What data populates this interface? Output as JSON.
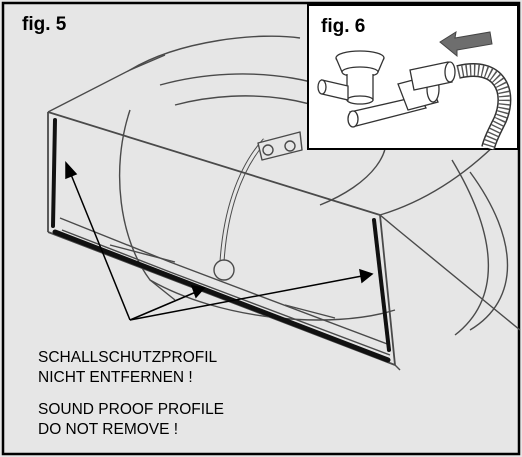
{
  "fig5": {
    "label": "fig. 5",
    "caption_de_line1": "SCHALLSCHUTZPROFIL",
    "caption_de_line2": "NICHT ENTFERNEN !",
    "caption_en_line1": "SOUND PROOF PROFILE",
    "caption_en_line2": "DO NOT REMOVE !"
  },
  "fig6": {
    "label": "fig. 6"
  },
  "colors": {
    "background": "#e6e6e6",
    "line": "#4a4a4a",
    "profile": "#111111",
    "arrow": "#555555"
  }
}
